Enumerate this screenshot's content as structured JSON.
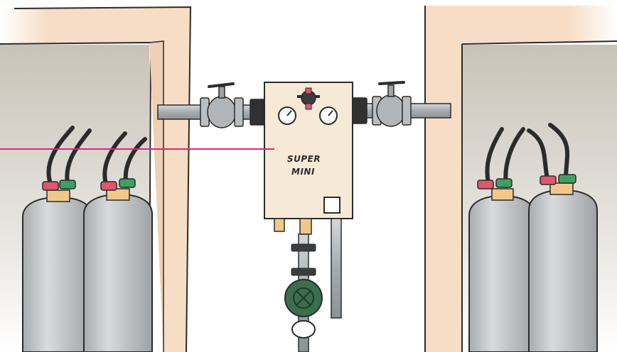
{
  "unit": {
    "brand_line1": "SUPER",
    "brand_line2": "MINI"
  },
  "colors": {
    "cabinet_wall": "#f7ddc6",
    "cabinet_interior": "#cdc7be",
    "cylinder": "#bfc1c3",
    "regulator_red": "#e0566b",
    "regulator_green": "#3f9f62",
    "valve_brass": "#f0c98a",
    "manifold_box": "#f6ead6",
    "pump_green": "#3b6e4d",
    "pipe": "#aeb3b7",
    "callout_line": "#e0237f"
  },
  "icons": [
    "gas-cylinder",
    "pressure-gauge",
    "valve",
    "pump"
  ]
}
